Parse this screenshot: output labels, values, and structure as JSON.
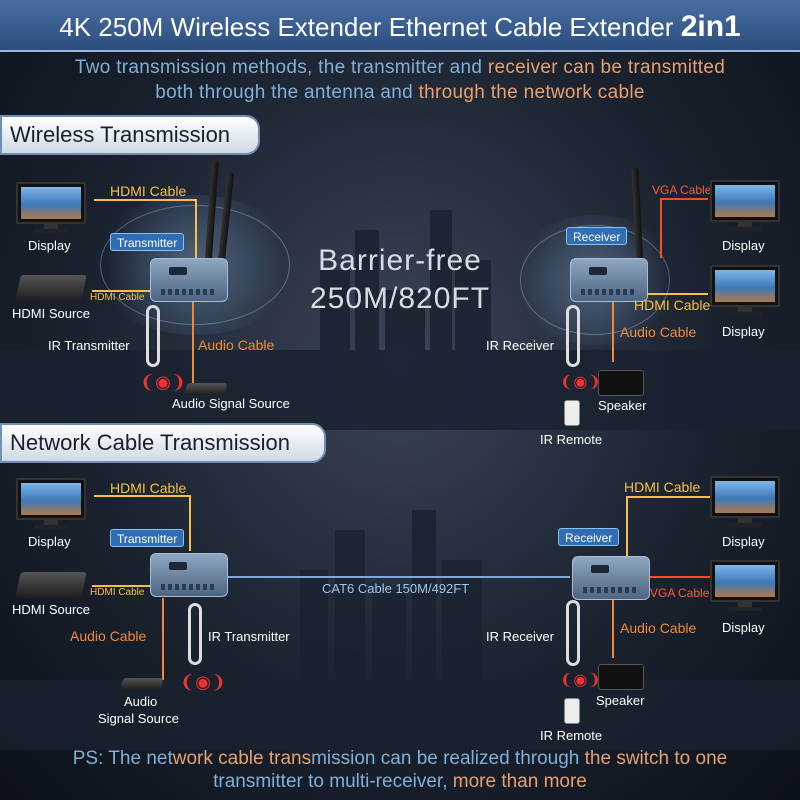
{
  "title": {
    "main": "4K 250M Wireless Extender Ethernet Cable Extender",
    "suffix": "2in1"
  },
  "intro": {
    "line1_a": "Two transmission methods, the transmitter and ",
    "line1_b": "receiver can be transmitted",
    "line2_a": "both through the antenna and ",
    "line2_b": "through the network cable"
  },
  "wireless": {
    "section_title": "Wireless Transmission",
    "tx_badge": "Transmitter",
    "rx_badge": "Receiver",
    "hdmi_cable": "HDMI Cable",
    "hdmi_cable_small": "HDMI Cable",
    "display_left": "Display",
    "hdmi_source": "HDMI Source",
    "ir_transmitter": "IR Transmitter",
    "audio_cable": "Audio Cable",
    "audio_signal_source": "Audio Signal Source",
    "barrier_line1": "Barrier-free",
    "barrier_line2": "250M/820FT",
    "vga_cable": "VGA Cable",
    "display_right_top": "Display",
    "hdmi_cable_right": "HDMI Cable",
    "display_right_bottom": "Display",
    "audio_cable_right": "Audio Cable",
    "ir_receiver": "IR Receiver",
    "speaker": "Speaker",
    "ir_remote": "IR Remote"
  },
  "network": {
    "section_title": "Network Cable Transmission",
    "tx_badge": "Transmitter",
    "rx_badge": "Receiver",
    "hdmi_cable": "HDMI Cable",
    "hdmi_cable_small": "HDMI Cable",
    "display_left": "Display",
    "hdmi_source": "HDMI Source",
    "audio_cable": "Audio Cable",
    "ir_transmitter": "IR Transmitter",
    "audio_line1": "Audio",
    "audio_line2": "Signal Source",
    "cat6": "CAT6 Cable 150M/492FT",
    "hdmi_cable_right": "HDMI Cable",
    "display_right_top": "Display",
    "vga_cable": "VGA Cable",
    "display_right_bottom": "Display",
    "ir_receiver": "IR Receiver",
    "audio_cable_right": "Audio Cable",
    "speaker": "Speaker",
    "ir_remote": "IR Remote"
  },
  "footer": {
    "line1_a": "PS: The net",
    "line1_b": "work cable trans",
    "line1_c": "mission can be realized through ",
    "line1_d": "the switch to one",
    "line2_a": "transmitter to multi-receiver, ",
    "line2_b": "more than more"
  },
  "colors": {
    "hdmi": "#f5c044",
    "audio": "#f08a3a",
    "vga": "#ff4a2a",
    "accent": "#2f6db5"
  }
}
